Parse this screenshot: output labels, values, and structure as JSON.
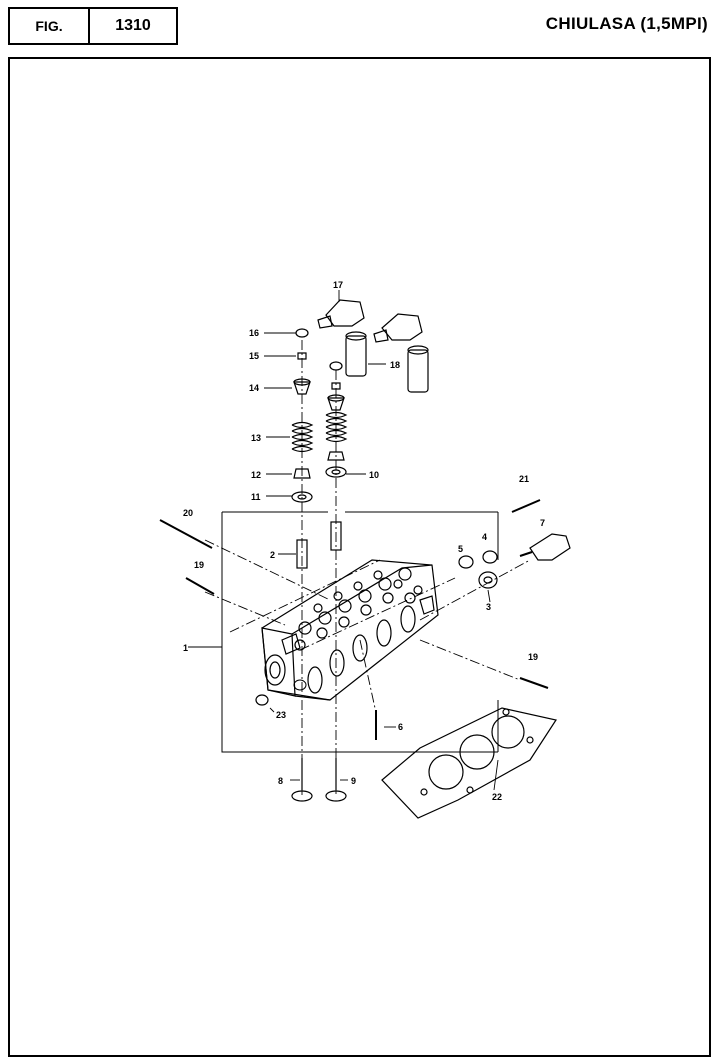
{
  "header": {
    "fig_label": "FIG.",
    "fig_number": "1310",
    "title": "CHIULASA (1,5MPI)"
  },
  "callouts": {
    "c1": "1",
    "c2": "2",
    "c3": "3",
    "c4": "4",
    "c5": "5",
    "c6": "6",
    "c7": "7",
    "c8": "8",
    "c9": "9",
    "c10": "10",
    "c11": "11",
    "c12": "12",
    "c13": "13",
    "c14": "14",
    "c15": "15",
    "c16": "16",
    "c17": "17",
    "c18": "18",
    "c19a": "19",
    "c19b": "19",
    "c20": "20",
    "c21": "21",
    "c22": "22",
    "c23": "23"
  }
}
